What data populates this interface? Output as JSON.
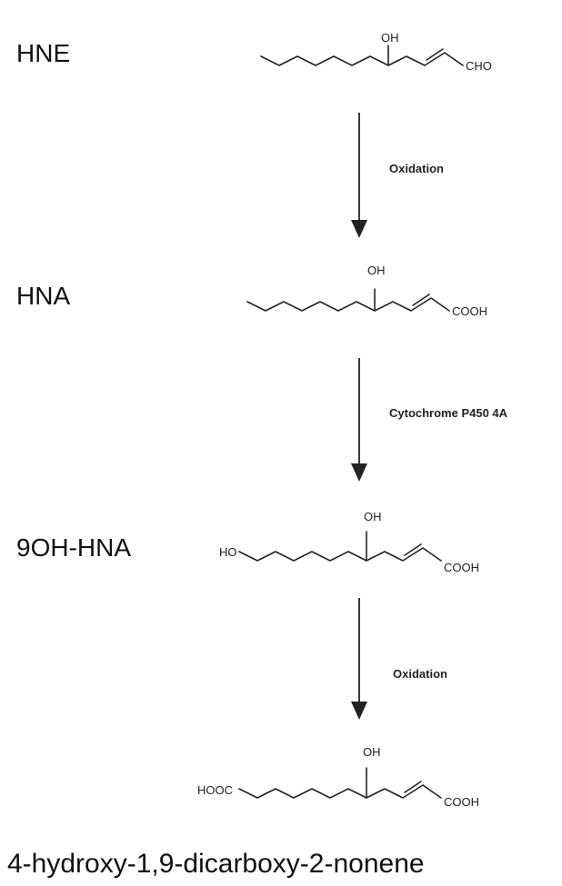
{
  "compounds": [
    {
      "name": "HNE",
      "oh": "OH",
      "left_group": "",
      "right_group": "CHO"
    },
    {
      "name": "HNA",
      "oh": "OH",
      "left_group": "",
      "right_group": "COOH"
    },
    {
      "name": "9OH-HNA",
      "oh": "OH",
      "left_group": "HO",
      "right_group": "COOH"
    },
    {
      "name": "4-hydroxy-1,9-dicarboxy-2-nonene",
      "oh": "OH",
      "left_group": "HOOC",
      "right_group": "COOH"
    }
  ],
  "steps": [
    {
      "label": "Oxidation"
    },
    {
      "label": "Cytochrome P450 4A"
    },
    {
      "label": "Oxidation"
    }
  ]
}
